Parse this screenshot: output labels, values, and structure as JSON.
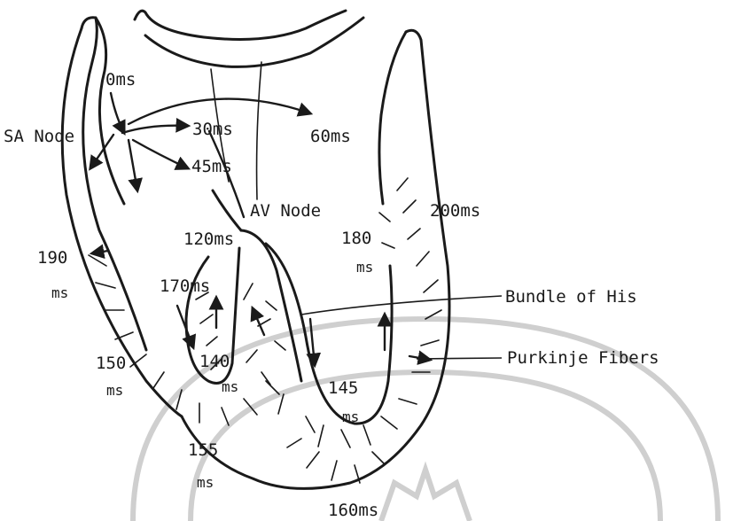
{
  "labels": {
    "t0": "0ms",
    "sa_node": "SA Node",
    "t30": "30ms",
    "t60": "60ms",
    "t45": "45ms",
    "av_node": "AV Node",
    "t200": "200ms",
    "t120": "120ms",
    "t180_num": "180",
    "t180_unit": "ms",
    "t190_num": "190",
    "t190_unit": "ms",
    "t170": "170ms",
    "bundle_of_his": "Bundle of His",
    "t150_num": "150",
    "t150_unit": "ms",
    "t140": "140",
    "t140_unit": "ms",
    "t145": "145",
    "t145_unit": "ms",
    "purkinje_fibers": "Purkinje Fibers",
    "t155_num": "155",
    "t155_unit": "ms",
    "t160": "160ms"
  }
}
